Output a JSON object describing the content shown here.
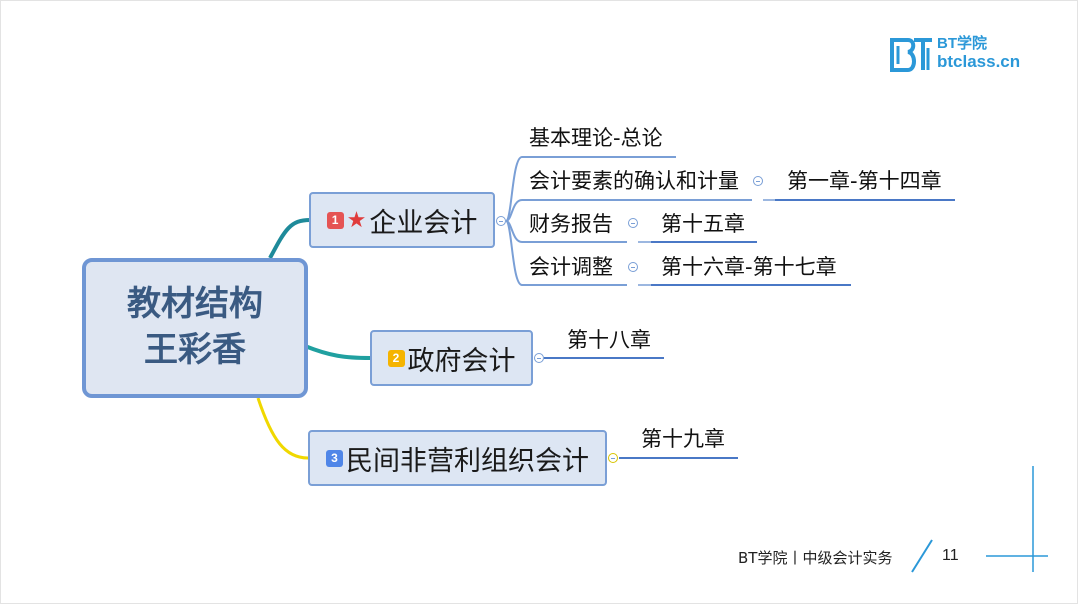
{
  "brand": {
    "name": "BT学院",
    "site": "btclass.cn",
    "logo_letters": "BT",
    "color": "#2b98d8"
  },
  "mindmap": {
    "root": {
      "line1": "教材结构",
      "line2": "王彩香"
    },
    "branches": [
      {
        "badge": "1",
        "badge_color": "#e55454",
        "has_star": true,
        "star": "★",
        "label": "企业会计",
        "connector_color": "#1e8a9a",
        "children": [
          {
            "label": "基本理论-总论"
          },
          {
            "label": "会计要素的确认和计量",
            "chapter": "第一章-第十四章"
          },
          {
            "label": "财务报告",
            "chapter": "第十五章"
          },
          {
            "label": "会计调整",
            "chapter": "第十六章-第十七章"
          }
        ]
      },
      {
        "badge": "2",
        "badge_color": "#f5b400",
        "label": "政府会计",
        "connector_color": "#20a0a0",
        "chapter": "第十八章"
      },
      {
        "badge": "3",
        "badge_color": "#4f86e8",
        "label": "民间非营利组织会计",
        "connector_color": "#f0d800",
        "chapter": "第十九章"
      }
    ]
  },
  "footer": {
    "text": "BT学院丨中级会计实务",
    "page": "11",
    "accent": "#2b98d8"
  }
}
